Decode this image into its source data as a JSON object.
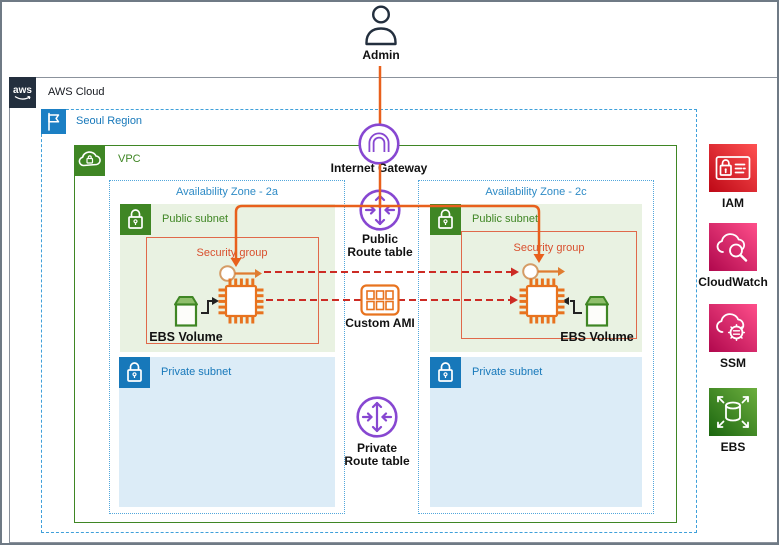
{
  "admin": {
    "label": "Admin"
  },
  "aws_cloud": {
    "label": "AWS Cloud",
    "logo_text": "aws"
  },
  "region": {
    "label": "Seoul Region"
  },
  "vpc": {
    "label": "VPC"
  },
  "zones": [
    {
      "label": "Availability Zone - 2a",
      "public_subnet_label": "Public subnet",
      "private_subnet_label": "Private subnet",
      "security_group_label": "Security group",
      "ebs_volume_label": "EBS Volume"
    },
    {
      "label": "Availability Zone - 2c",
      "public_subnet_label": "Public subnet",
      "private_subnet_label": "Private subnet",
      "security_group_label": "Security group",
      "ebs_volume_label": "EBS Volume"
    }
  ],
  "connectors": {
    "internet_gateway_label": "Internet Gateway",
    "public_route_table_line1": "Public",
    "public_route_table_line2": "Route table",
    "custom_ami_label": "Custom AMI",
    "private_route_table_line1": "Private",
    "private_route_table_line2": "Route table"
  },
  "services": [
    {
      "label": "IAM"
    },
    {
      "label": "CloudWatch"
    },
    {
      "label": "SSM"
    },
    {
      "label": "EBS"
    }
  ],
  "colors": {
    "flow_orange": "#e8601c",
    "red_dashed": "#cc2b24",
    "purple": "#8747d1",
    "green": "#3f8624",
    "blue": "#1778ba",
    "security_group": "#d9502e",
    "aws_dark": "#232f3e",
    "ec2_orange": "#e8731f"
  }
}
